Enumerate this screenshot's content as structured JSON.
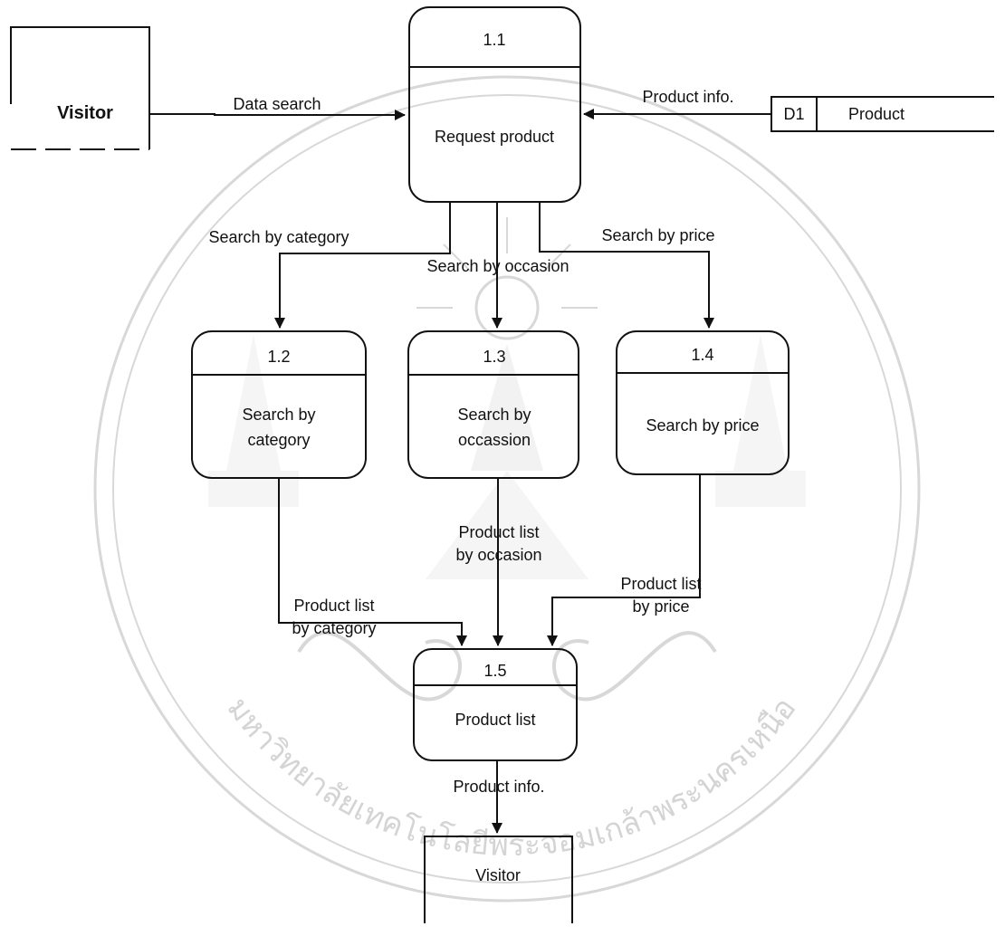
{
  "external_entities": {
    "visitor_source": "Visitor",
    "visitor_sink": "Visitor"
  },
  "data_store": {
    "id": "D1",
    "name": "Product"
  },
  "processes": [
    {
      "id": "1.1",
      "name_lines": [
        "Request product"
      ]
    },
    {
      "id": "1.2",
      "name_lines": [
        "Search by",
        "category"
      ]
    },
    {
      "id": "1.3",
      "name_lines": [
        "Search by",
        "occassion"
      ]
    },
    {
      "id": "1.4",
      "name_lines": [
        "Search by price"
      ]
    },
    {
      "id": "1.5",
      "name_lines": [
        "Product list"
      ]
    }
  ],
  "flows": {
    "data_search": "Data search",
    "product_info_in": "Product info.",
    "search_by_category": "Search by category",
    "search_by_occasion": "Search by occasion",
    "search_by_price": "Search by price",
    "product_list_by_category": [
      "Product list",
      "by category"
    ],
    "product_list_by_occasion": [
      "Product list",
      "by occasion"
    ],
    "product_list_by_price": [
      "Product list",
      "by price"
    ],
    "product_info_out": "Product info."
  },
  "watermark": {
    "seal_text": "มหาวิทยาลัยเทคโนโลยีพระจอมเกล้าพระนครเหนือ"
  }
}
